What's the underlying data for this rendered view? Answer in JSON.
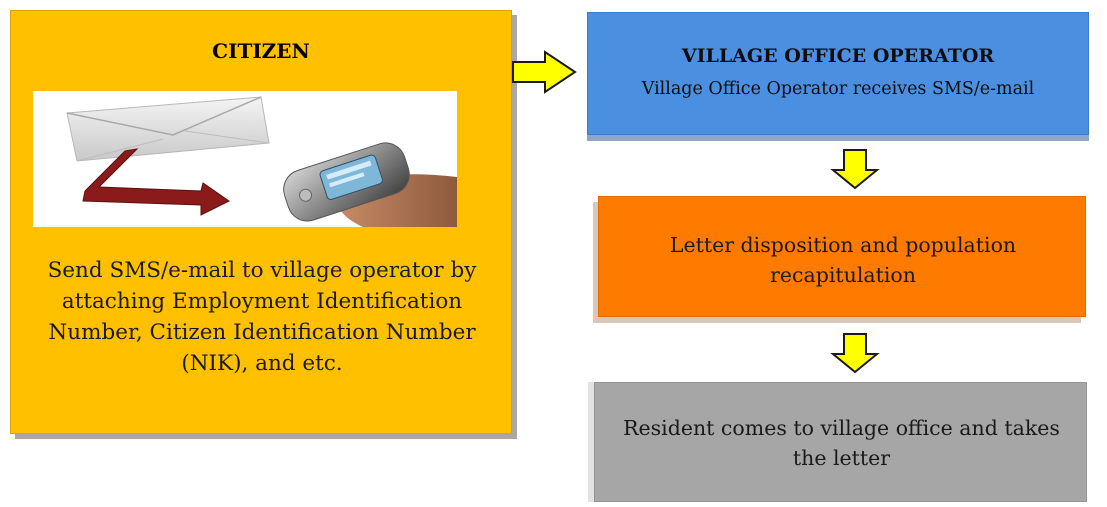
{
  "citizen": {
    "title": "CITIZEN",
    "description": "Send SMS/e-mail to village operator by attaching Employment Identification Number, Citizen Identification Number (NIK), and etc.",
    "image_icons": [
      "envelope-icon",
      "red-arrow-icon",
      "mobile-phone-icon"
    ]
  },
  "operator": {
    "title": "VILLAGE OFFICE OPERATOR",
    "text": "Village Office Operator receives SMS/e-mail"
  },
  "disposition": {
    "text": "Letter disposition and population recapitulation"
  },
  "resident": {
    "text": "Resident comes to village office and takes the letter"
  },
  "colors": {
    "citizen_bg": "#FFC000",
    "operator_bg": "#4A8FE0",
    "disposition_bg": "#FF7B00",
    "resident_bg": "#A6A6A6",
    "arrow_fill": "#FFFF00"
  },
  "flow": [
    {
      "from": "citizen",
      "to": "operator",
      "direction": "right"
    },
    {
      "from": "operator",
      "to": "disposition",
      "direction": "down"
    },
    {
      "from": "disposition",
      "to": "resident",
      "direction": "down"
    }
  ]
}
